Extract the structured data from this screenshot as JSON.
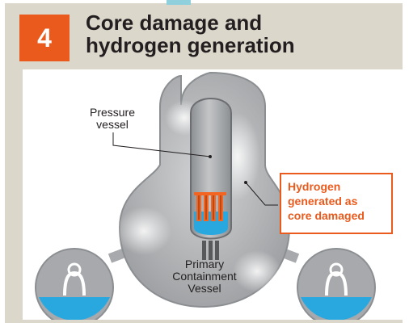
{
  "step": {
    "number": "4"
  },
  "title": {
    "line1": "Core damage and",
    "line2": "hydrogen generation"
  },
  "labels": {
    "pressure_vessel": {
      "line1": "Pressure",
      "line2": "vessel"
    },
    "hydrogen": {
      "line1": "Hydrogen",
      "line2": "generated as",
      "line3": "core damaged"
    },
    "primary_containment": {
      "line1": "Primary",
      "line2": "Containment",
      "line3": "Vessel"
    }
  },
  "colors": {
    "accent": "#ea5a1c",
    "frame": "#dcd7cb",
    "vessel_gray": "#a7a9ac",
    "water": "#29a8e0",
    "fuel": "#f26522"
  }
}
